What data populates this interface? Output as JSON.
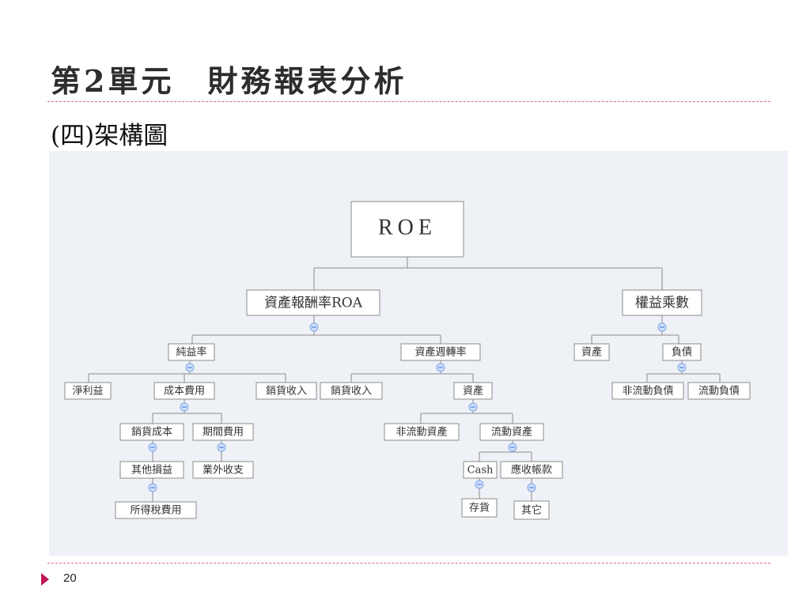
{
  "slide": {
    "title": "第2單元　財務報表分析",
    "subtitle": "(四)架構圖",
    "page_number": "20"
  },
  "colors": {
    "accent": "#c2185b",
    "rule": "#d46a8f",
    "panel_bg": "#eef1f6",
    "node_border": "#8c8c8c"
  },
  "diagram": {
    "nodes": [
      {
        "id": "roe",
        "label": "ROE",
        "root": true
      },
      {
        "id": "roa",
        "label": "資產報酬率ROA",
        "big": true
      },
      {
        "id": "equity-multiplier",
        "label": "權益乘數",
        "big": true
      },
      {
        "id": "net-margin",
        "label": "純益率"
      },
      {
        "id": "asset-turnover",
        "label": "資產週轉率"
      },
      {
        "id": "em-assets",
        "label": "資產"
      },
      {
        "id": "em-liabilities",
        "label": "負債"
      },
      {
        "id": "net-income",
        "label": "淨利益"
      },
      {
        "id": "costs",
        "label": "成本費用"
      },
      {
        "id": "sales-1",
        "label": "銷貨收入"
      },
      {
        "id": "sales-2",
        "label": "銷貨收入"
      },
      {
        "id": "at-assets",
        "label": "資產"
      },
      {
        "id": "nc-liabilities",
        "label": "非流動負債"
      },
      {
        "id": "c-liabilities",
        "label": "流動負債"
      },
      {
        "id": "cogs",
        "label": "銷貨成本"
      },
      {
        "id": "period-expenses",
        "label": "期間費用"
      },
      {
        "id": "nc-assets",
        "label": "非流動資產"
      },
      {
        "id": "c-assets",
        "label": "流動資產"
      },
      {
        "id": "other-gains",
        "label": "其他損益"
      },
      {
        "id": "non-op",
        "label": "業外收支"
      },
      {
        "id": "cash",
        "label": "Cash"
      },
      {
        "id": "receivables",
        "label": "應收帳款"
      },
      {
        "id": "income-tax",
        "label": "所得稅費用"
      },
      {
        "id": "inventory",
        "label": "存貨"
      },
      {
        "id": "others",
        "label": "其它"
      }
    ]
  }
}
